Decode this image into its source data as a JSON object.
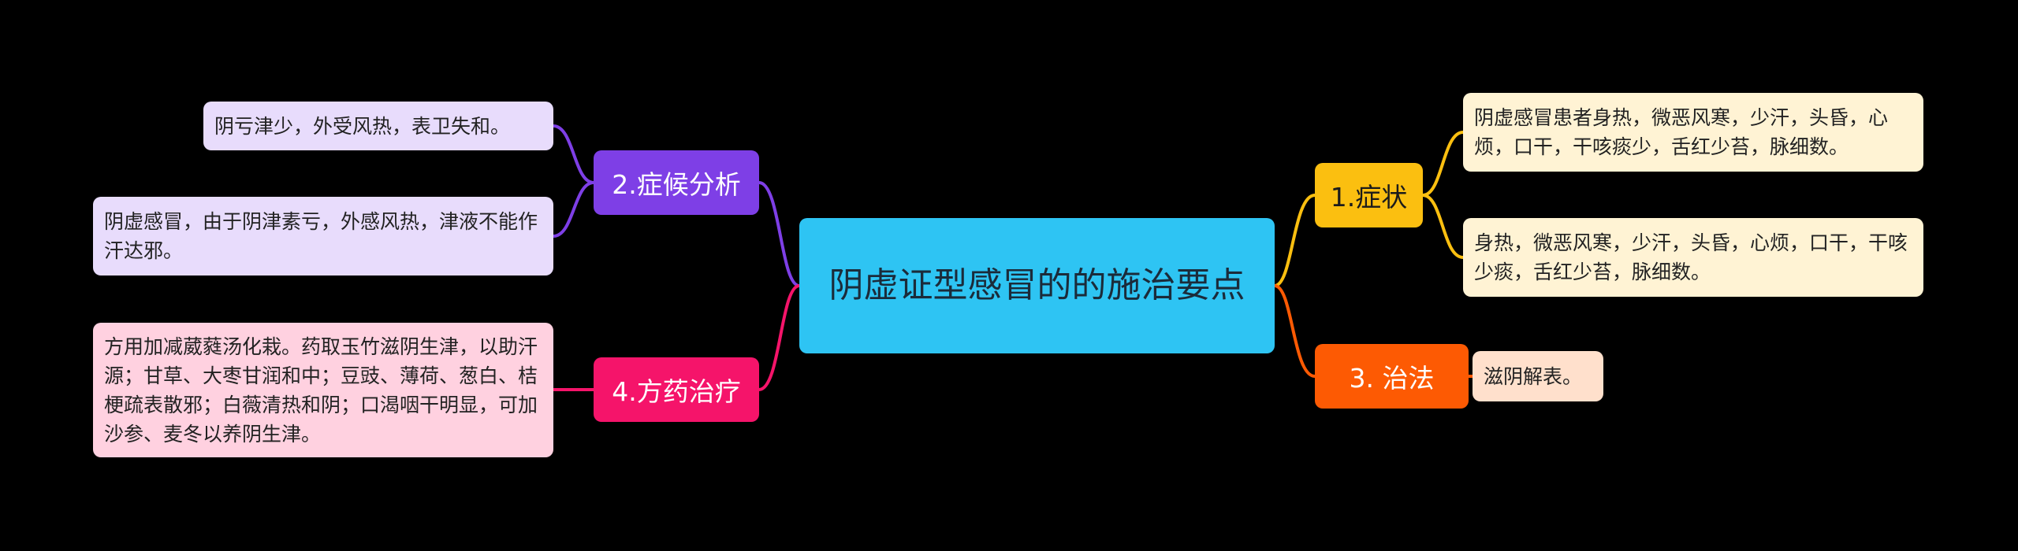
{
  "colors": {
    "background": "#000000",
    "root": "#2ec4f3",
    "symptoms": "#fbbf10",
    "treatment": "#fd5a03",
    "analysis": "#7e3fe6",
    "prescription": "#f5146a",
    "symptoms_leaf": "#fff3d4",
    "treatment_leaf": "#ffe0cc",
    "analysis_leaf": "#e8dcfc",
    "prescription_leaf": "#ffd1e0"
  },
  "root": {
    "title": "阴虚证型感冒的的施治要点"
  },
  "branches": {
    "symptoms": {
      "label": "1.症状",
      "leaves": [
        "阴虚感冒患者身热，微恶风寒，少汗，头昏，心烦，口干，干咳痰少，舌红少苔，脉细数。",
        "身热，微恶风寒，少汗，头昏，心烦，口干，干咳少痰，舌红少苔，脉细数。"
      ]
    },
    "treatment": {
      "label": "3. 治法",
      "leaves": [
        "滋阴解表。"
      ]
    },
    "analysis": {
      "label": "2.症候分析",
      "leaves": [
        "阴亏津少，外受风热，表卫失和。",
        "阴虚感冒，由于阴津素亏，外感风热，津液不能作汗达邪。"
      ]
    },
    "prescription": {
      "label": "4.方药治疗",
      "leaves": [
        "方用加减葳蕤汤化栽。药取玉竹滋阴生津，以助汗源；甘草、大枣甘润和中；豆豉、薄荷、葱白、桔梗疏表散邪；白薇清热和阴；口渴咽干明显，可加沙参、麦冬以养阴生津。"
      ]
    }
  }
}
